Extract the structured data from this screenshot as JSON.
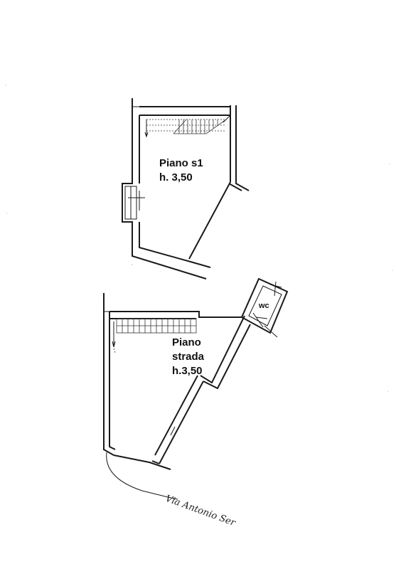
{
  "upper_floor": {
    "name": "Piano s1",
    "height": "h. 3,50"
  },
  "ground_floor": {
    "name_line1": "Piano",
    "name_line2": "strada",
    "height": "h.3,50"
  },
  "wc": {
    "label": "wc"
  },
  "street": {
    "label": "Via Antonio Ser"
  }
}
